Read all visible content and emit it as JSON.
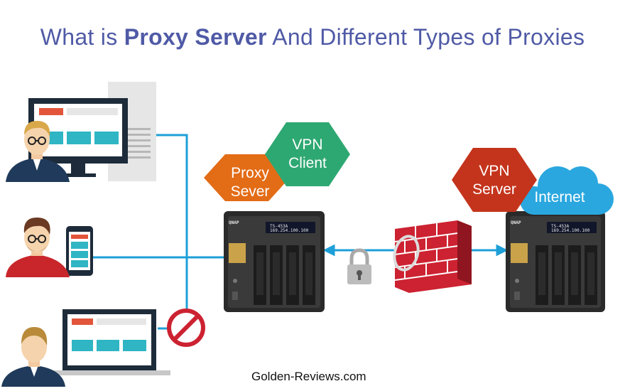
{
  "title": {
    "prefix": "What is ",
    "emphasis": "Proxy Server",
    "suffix": " And Different Types of Proxies"
  },
  "nodes": {
    "proxy_sever": {
      "line1": "Proxy",
      "line2": "Sever",
      "color": "#e36c16"
    },
    "vpn_client": {
      "line1": "VPN",
      "line2": "Client",
      "color": "#2ea872"
    },
    "vpn_server": {
      "line1": "VPN",
      "line2": "Server",
      "color": "#c4341c"
    },
    "internet": {
      "label": "Internet",
      "color": "#2aa7df"
    }
  },
  "devices": {
    "nas_brand": "QNAP",
    "nas_model": "TS-453A",
    "nas_ip": "169.254.100.100"
  },
  "colors": {
    "title": "#4f5aa6",
    "network_line": "#1e9fd8",
    "firewall": "#cc2231"
  },
  "footer": "Golden-Reviews.com"
}
